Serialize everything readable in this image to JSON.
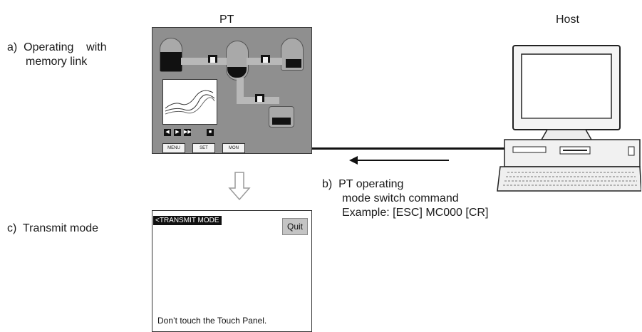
{
  "headers": {
    "pt": "PT",
    "host": "Host"
  },
  "labels": {
    "a_line1": "a)  Operating    with",
    "a_line2": "memory link",
    "b_line1": "b)  PT operating",
    "b_line2": "mode switch command",
    "b_line3": "Example: [ESC] MC000 [CR]",
    "c": "c)  Transmit mode"
  },
  "pt_screen": {
    "buttons": [
      "MENU",
      "SET",
      "MON"
    ],
    "controls": [
      "◀",
      "▶",
      "▶▶",
      "■"
    ]
  },
  "transmit_screen": {
    "title": "<TRANSMIT MODE",
    "quit": "Quit",
    "message": "Don’t touch the Touch Panel."
  }
}
